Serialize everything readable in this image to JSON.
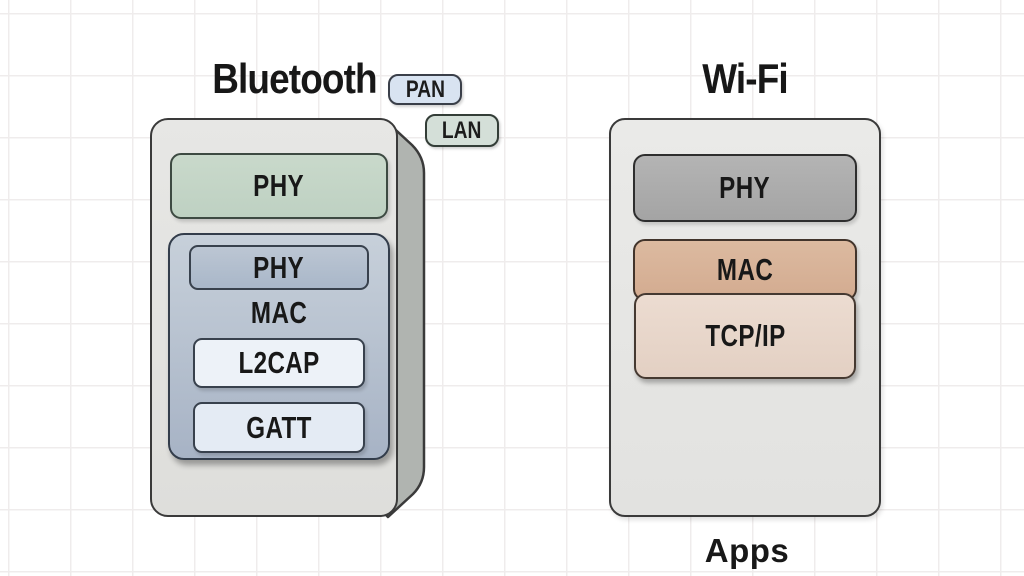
{
  "bluetooth": {
    "title": "Bluetooth",
    "phy_label": "PHY",
    "controller": {
      "phy_label": "PHY",
      "mac_label": "MAC",
      "l2cap_label": "L2CAP",
      "gatt_label": "GATT"
    }
  },
  "tags": {
    "pan_label": "PAN",
    "lan_label": "LAN"
  },
  "wifi": {
    "title": "Wi-Fi",
    "phy_label": "PHY",
    "mac_label": "MAC",
    "tcpip_label": "TCP/IP",
    "apps_label": "Apps"
  },
  "colors": {
    "grid": "#efecec",
    "outline": "#3a3a3a",
    "bt_card": "#e7e7e5",
    "bt_side": "#b0b4b0",
    "bt_phy": "#c9d9cb",
    "bt_group_top": "#c7d0da",
    "bt_group_bottom": "#a7b3c5",
    "bt_inner_phy_top": "#bcc6d3",
    "l2cap": "#edf2f8",
    "gatt": "#e4ebf4",
    "pan": "#d8e3f1",
    "lan": "#d4dfd8",
    "wifi_card": "#eaeae8",
    "wifi_phy_top": "#b4b4b4",
    "wifi_mac_top": "#dcbaa0",
    "wifi_tcpip_top": "#ecdcd1"
  }
}
